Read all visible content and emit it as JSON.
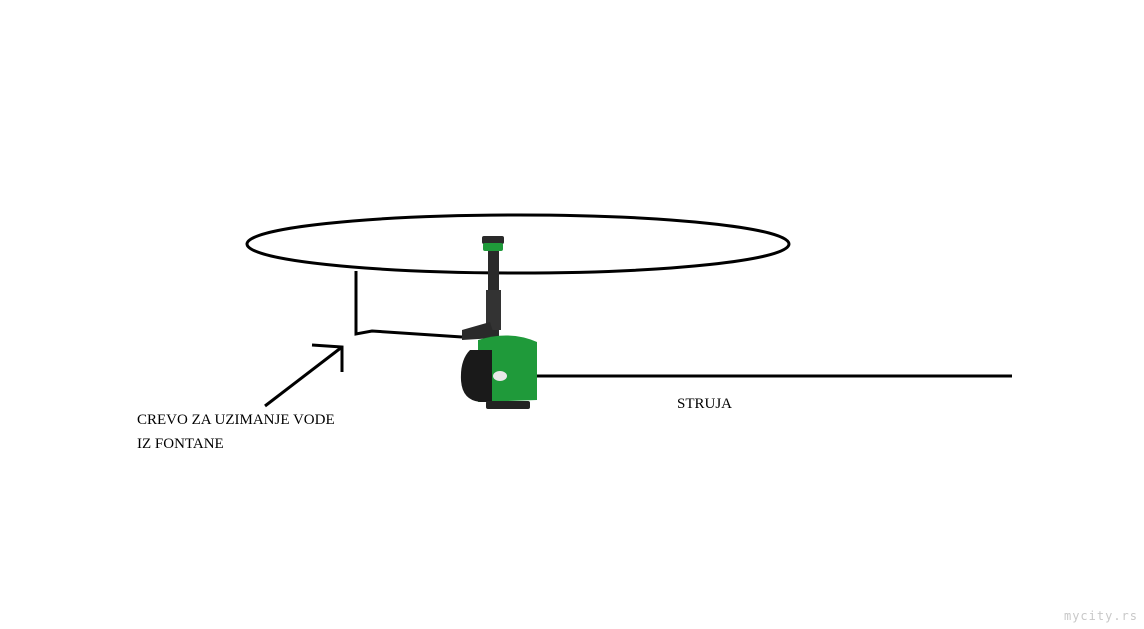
{
  "labels": {
    "hose_line1": "CREVO ZA UZIMANJE VODE",
    "hose_line2": "IZ FONTANE",
    "power": "STRUJA"
  },
  "watermark": "mycity.rs",
  "colors": {
    "line": "#000000",
    "pump_green": "#1f9a3a",
    "pump_black": "#1a1a1a"
  }
}
